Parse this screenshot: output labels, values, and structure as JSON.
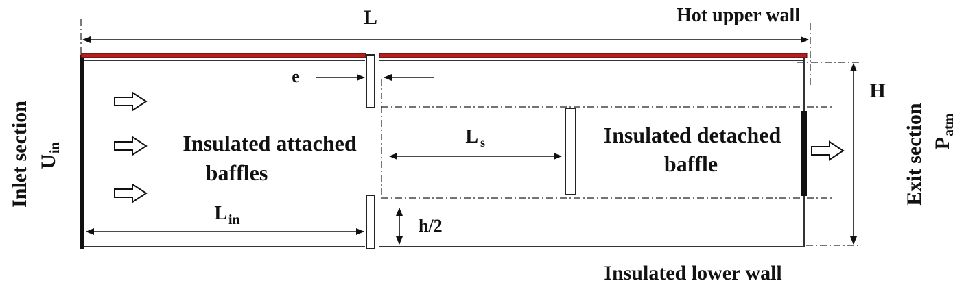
{
  "labels": {
    "length": "L",
    "hot_wall": "Hot upper wall",
    "insulated_lower_wall": "Insulated lower wall",
    "thickness": "e",
    "height": "H",
    "spacing_main": "L",
    "spacing_sub": "s",
    "inlet_length_main": "L",
    "inlet_length_sub": "in",
    "half_height": "h/2",
    "attached_baffles_line1": "Insulated attached",
    "attached_baffles_line2": "baffles",
    "detached_baffle_line1": "Insulated detached",
    "detached_baffle_line2": "baffle",
    "inlet_section": "Inlet section",
    "inlet_velocity_main": "U",
    "inlet_velocity_sub": "in",
    "exit_section": "Exit section",
    "exit_pressure_main": "P",
    "exit_pressure_sub": "atm"
  },
  "colors": {
    "hot_wall": "#b41e1e",
    "lines": "#111111"
  }
}
